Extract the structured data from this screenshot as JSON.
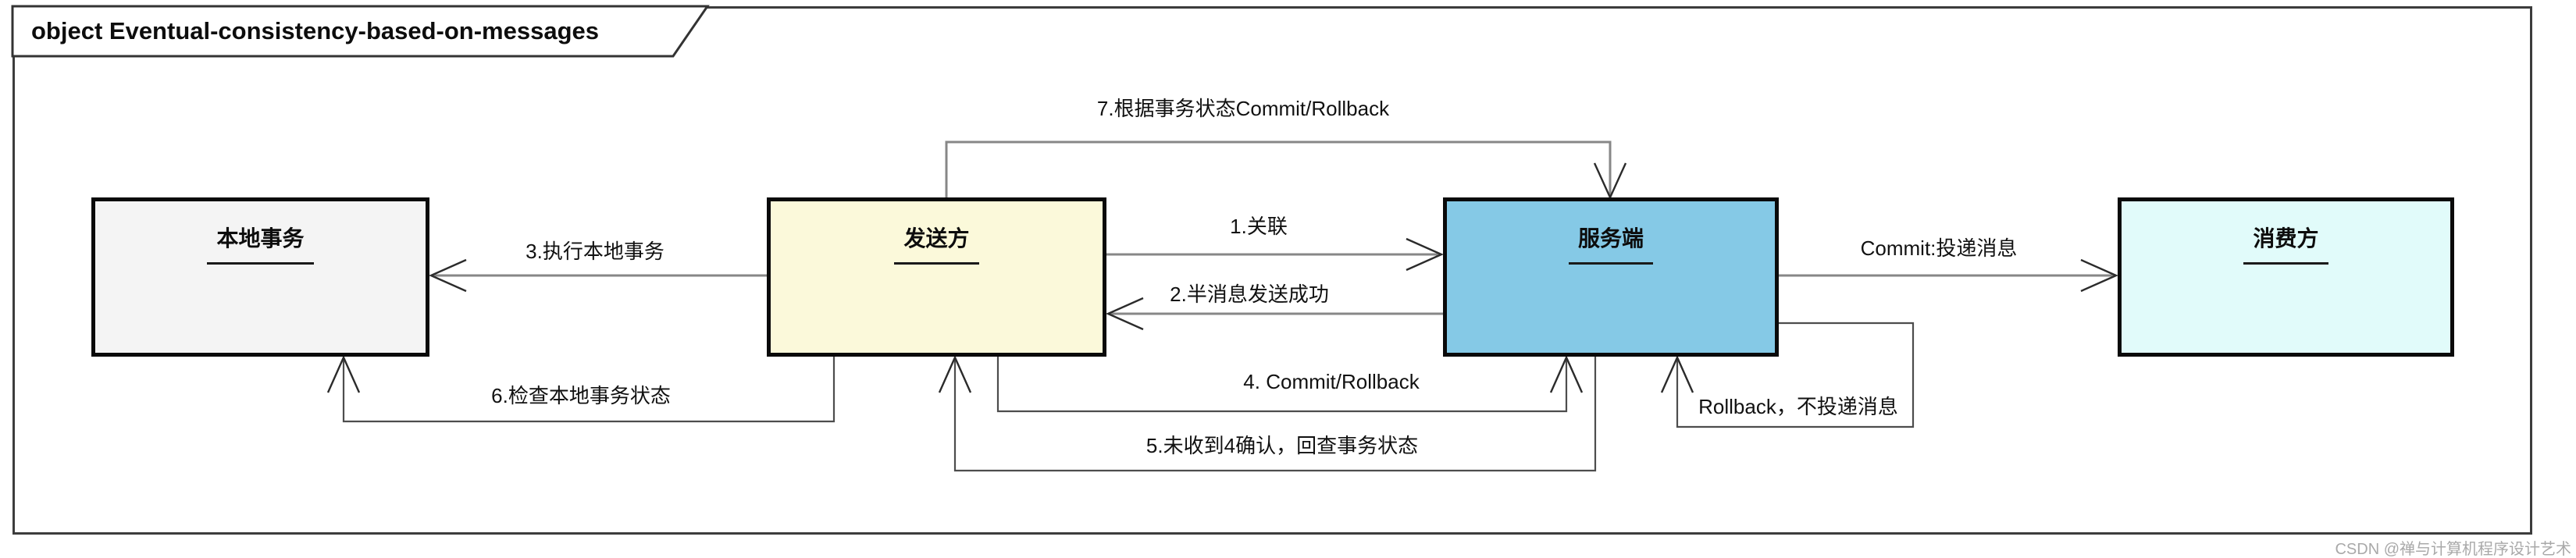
{
  "frame": {
    "title": "object Eventual-consistency-based-on-messages"
  },
  "nodes": [
    {
      "id": "local-transaction",
      "label": "本地事务",
      "fill": "#f4f4f4"
    },
    {
      "id": "sender",
      "label": "发送方",
      "fill": "#fbf9da"
    },
    {
      "id": "server",
      "label": "服务端",
      "fill": "#85c9e6"
    },
    {
      "id": "consumer",
      "label": "消费方",
      "fill": "#e1fbfa"
    }
  ],
  "edges": [
    {
      "step": "1",
      "label": "1.关联",
      "from": "发送方",
      "to": "服务端"
    },
    {
      "step": "2",
      "label": "2.半消息发送成功",
      "from": "服务端",
      "to": "发送方"
    },
    {
      "step": "3",
      "label": "3.执行本地事务",
      "from": "发送方",
      "to": "本地事务"
    },
    {
      "step": "4",
      "label": "4. Commit/Rollback",
      "from": "发送方",
      "to": "服务端"
    },
    {
      "step": "5",
      "label": "5.未收到4确认，回查事务状态",
      "from": "服务端",
      "to": "发送方"
    },
    {
      "step": "6",
      "label": "6.检查本地事务状态",
      "from": "发送方",
      "to": "本地事务"
    },
    {
      "step": "7",
      "label": "7.根据事务状态Commit/Rollback",
      "from": "发送方",
      "to": "服务端"
    },
    {
      "step": "commit",
      "label": "Commit:投递消息",
      "from": "服务端",
      "to": "消费方"
    },
    {
      "step": "rollback",
      "label": "Rollback，不投递消息",
      "from": "服务端",
      "to": "服务端"
    }
  ],
  "watermark": "CSDN @禅与计算机程序设计艺术",
  "colors": {
    "line_gray": "#878787",
    "line_dark": "#4d4d4d",
    "arrowhead": "#2b2b2b",
    "frame_border": "#3c3c3c",
    "node_border": "#0a0a0a"
  }
}
